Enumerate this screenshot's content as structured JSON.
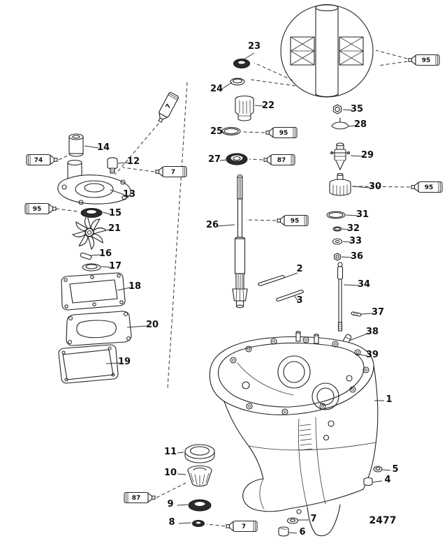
{
  "doc": {
    "code": "2477"
  },
  "parts": {
    "p1": "1",
    "p2": "2",
    "p3": "3",
    "p4": "4",
    "p5": "5",
    "p6": "6",
    "p7": "7",
    "p8": "8",
    "p9": "9",
    "p10": "10",
    "p11": "11",
    "p12": "12",
    "p13": "13",
    "p14": "14",
    "p15": "15",
    "p16": "16",
    "p17": "17",
    "p18": "18",
    "p19": "19",
    "p20": "20",
    "p21": "21",
    "p22": "22",
    "p23": "23",
    "p24": "24",
    "p25": "25",
    "p26": "26",
    "p27": "27",
    "p28": "28",
    "p29": "29",
    "p30": "30",
    "p31": "31",
    "p32": "32",
    "p33": "33",
    "p34": "34",
    "p35": "35",
    "p36": "36",
    "p37": "37",
    "p38": "38",
    "p39": "39"
  },
  "lubricants": {
    "tube_74": "74",
    "tube_7_upper": "7",
    "tube_7_mid": "7",
    "tube_7_lower": "7",
    "tube_87_seal": "87",
    "tube_87_bearing": "87",
    "tube_95_left": "95",
    "tube_95_oring": "95",
    "tube_95_driveshaft": "95",
    "tube_95_bearing_detail": "95",
    "tube_95_cap": "95"
  }
}
